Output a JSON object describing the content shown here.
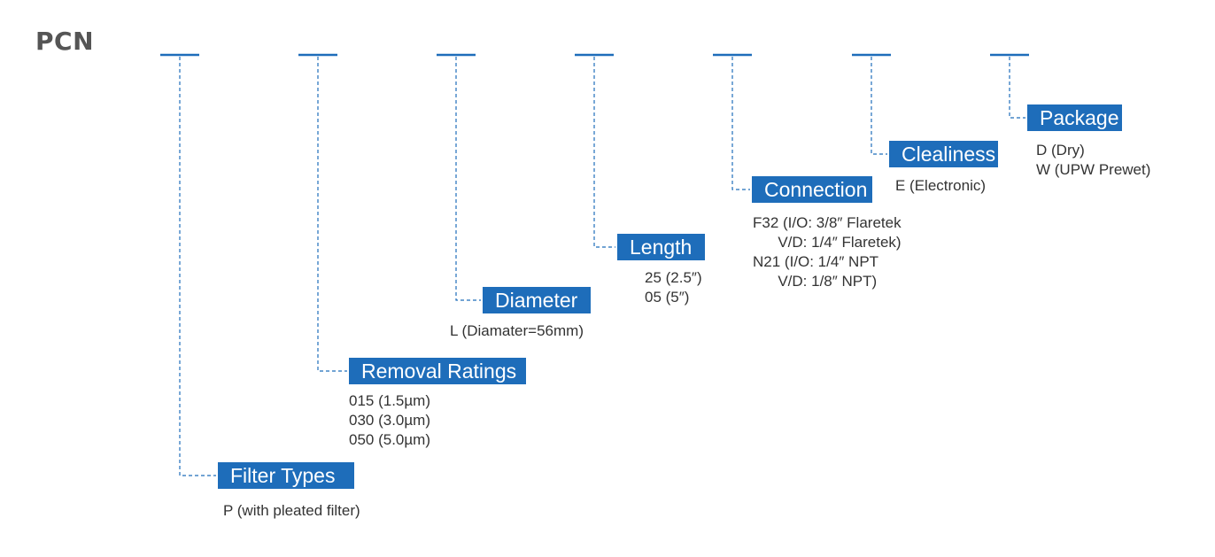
{
  "prefix": "PCN",
  "colors": {
    "accent": "#1e6dba",
    "text": "#333333",
    "prefix": "#555555"
  },
  "segments": [
    {
      "label": "Filter Types",
      "options": [
        "P (with pleated filter)"
      ]
    },
    {
      "label": "Removal Ratings",
      "options": [
        "015 (1.5µm)",
        "030 (3.0µm)",
        "050 (5.0µm)"
      ]
    },
    {
      "label": "Diameter",
      "options": [
        "L (Diamater=56mm)"
      ]
    },
    {
      "label": "Length",
      "options": [
        "25 (2.5″)",
        "05 (5″)"
      ]
    },
    {
      "label": "Connection",
      "options": [
        "F32 (I/O: 3/8″ Flaretek",
        "      V/D: 1/4″ Flaretek)",
        "N21 (I/O: 1/4″ NPT",
        "      V/D: 1/8″ NPT)"
      ]
    },
    {
      "label": "Clealiness",
      "options": [
        "E (Electronic)"
      ]
    },
    {
      "label": "Package",
      "options": [
        "D (Dry)",
        "W (UPW Prewet)"
      ]
    }
  ]
}
